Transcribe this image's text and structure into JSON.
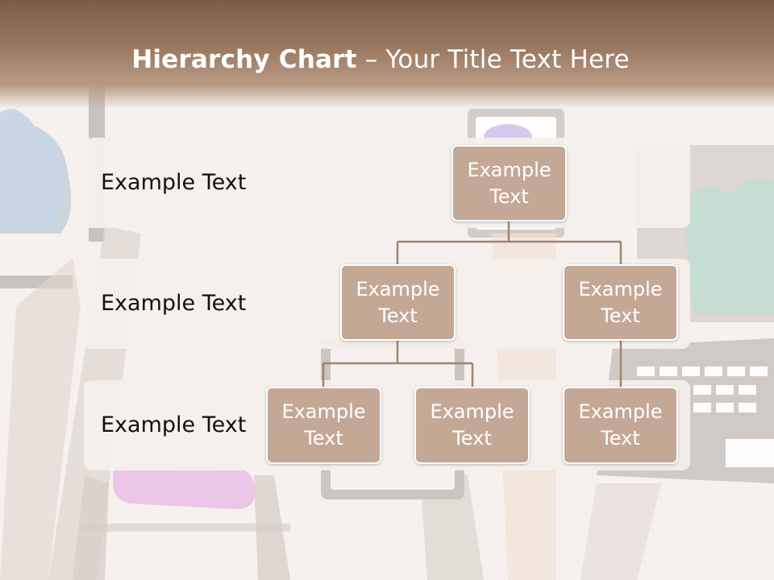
{
  "slide": {
    "title_bold": "Hierarchy Chart",
    "title_rest": " – Your Title Text Here"
  },
  "levels": [
    {
      "label": "Example Text"
    },
    {
      "label": "Example Text"
    },
    {
      "label": "Example Text"
    }
  ],
  "nodes": {
    "root": {
      "text": "Example Text"
    },
    "level2_left": {
      "text": "Example Text"
    },
    "level2_right": {
      "text": "Example Text"
    },
    "level3_left": {
      "text": "Example Text"
    },
    "level3_middle": {
      "text": "Example Text"
    },
    "level3_right": {
      "text": "Example Text"
    }
  },
  "colors": {
    "title_bar": "#8c6a52",
    "node_fill": "#c4a896",
    "connector": "#a08470",
    "band": "#f3eeea"
  }
}
